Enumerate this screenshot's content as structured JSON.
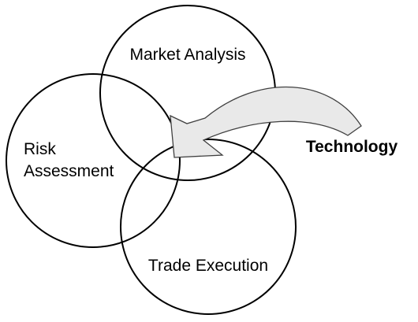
{
  "diagram": {
    "circles": [
      {
        "id": "market-analysis",
        "label": "Market Analysis"
      },
      {
        "id": "risk-assessment",
        "label_lines": [
          "Risk",
          "Assessment"
        ]
      },
      {
        "id": "trade-execution",
        "label": "Trade Execution"
      }
    ],
    "arrow": {
      "label": "Technology"
    },
    "colors": {
      "stroke": "#000000",
      "text": "#000000",
      "arrow_fill": "#e9e9e9",
      "arrow_stroke": "#404040",
      "background": "#ffffff"
    }
  }
}
